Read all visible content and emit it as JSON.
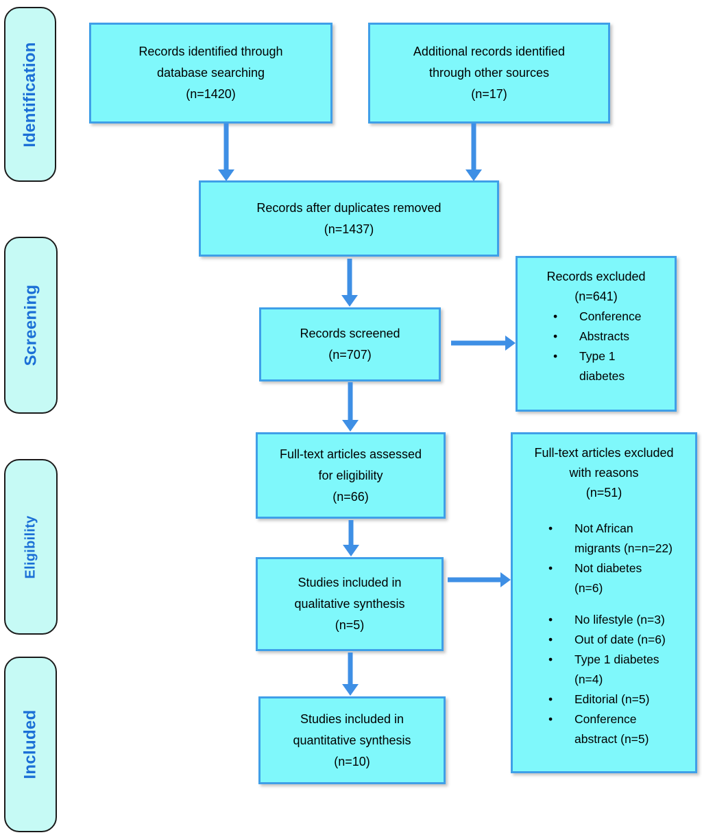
{
  "stages": {
    "identification": "Identification",
    "screening": "Screening",
    "eligibility": "Eligibility",
    "included": "Included"
  },
  "boxes": {
    "records_identified": {
      "text": "Records identified through\ndatabase searching\n(n=1420)"
    },
    "additional_records": {
      "text": "Additional records identified\nthrough other sources\n(n=17)"
    },
    "duplicates_removed": {
      "text": "Records after duplicates removed\n(n=1437)"
    },
    "records_screened": {
      "text": "Records screened\n(n=707)"
    },
    "records_excluded": {
      "title": "Records excluded\n(n=641)",
      "items": [
        {
          "text": "Conference"
        },
        {
          "text": "Abstracts"
        },
        {
          "text": "Type 1\ndiabetes"
        }
      ]
    },
    "fulltext_assessed": {
      "text": "Full-text articles assessed\nfor eligibility\n(n=66)"
    },
    "fulltext_excluded": {
      "title": "Full-text articles excluded\nwith reasons\n(n=51)",
      "items_group1": [
        {
          "text": "Not African\nmigrants (n=n=22)"
        },
        {
          "text": "Not diabetes\n(n=6)"
        }
      ],
      "items_group2": [
        {
          "text": "No lifestyle (n=3)"
        },
        {
          "text": "Out of date (n=6)"
        },
        {
          "text": "Type 1 diabetes\n(n=4)"
        },
        {
          "text": "Editorial (n=5)"
        },
        {
          "text": "Conference\nabstract (n=5)"
        }
      ]
    },
    "qualitative_synthesis": {
      "text": "Studies included in\nqualitative synthesis\n(n=5)"
    },
    "quantitative_synthesis": {
      "text": "Studies included in\nquantitative synthesis\n(n=10)"
    }
  },
  "icons": {
    "bullet": "•"
  },
  "colors": {
    "box_fill": "#7FF8FB",
    "box_border": "#3F9FE8",
    "stage_fill": "#C6FAF5",
    "stage_text": "#1B6FD6",
    "arrow": "#3E8FE5",
    "text": "#000000"
  }
}
